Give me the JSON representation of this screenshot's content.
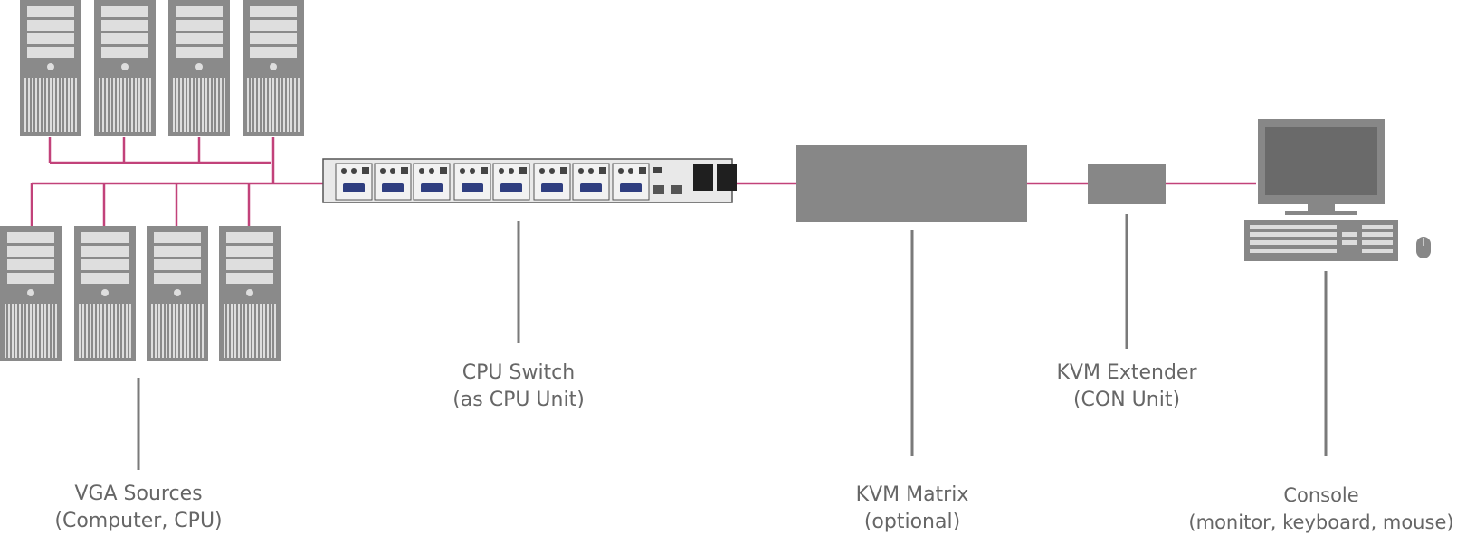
{
  "colors": {
    "connection": "#c2427a",
    "device_dark": "#878787",
    "device_light": "#dcdcdc",
    "callout": "#7a7a7a",
    "label_text": "#666666"
  },
  "labels": {
    "vga_sources": {
      "line1": "VGA Sources",
      "line2": "(Computer, CPU)"
    },
    "cpu_switch": {
      "line1": "CPU Switch",
      "line2": "(as CPU Unit)"
    },
    "kvm_matrix": {
      "line1": "KVM Matrix",
      "line2": "(optional)"
    },
    "kvm_extender": {
      "line1": "KVM Extender",
      "line2": "(CON Unit)"
    },
    "console": {
      "line1": "Console",
      "line2": "(monitor, keyboard, mouse)"
    }
  },
  "icons": {
    "computer": "tower-computer-icon",
    "switch": "rack-switch-icon",
    "matrix": "kvm-matrix-box",
    "extender": "kvm-extender-box",
    "monitor": "monitor-icon",
    "keyboard": "keyboard-icon",
    "mouse": "mouse-icon"
  }
}
